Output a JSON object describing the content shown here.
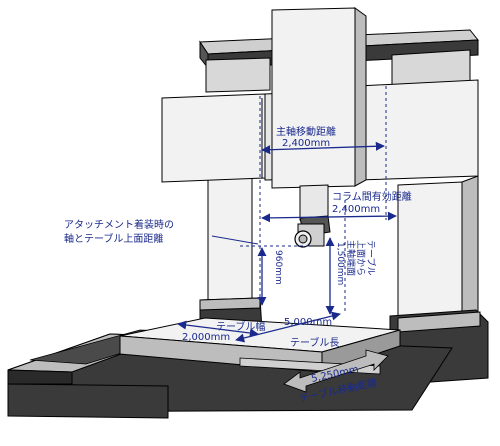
{
  "labels": {
    "spindle_travel": "主軸移動距離",
    "spindle_travel_value": "2,400mm",
    "column_distance": "コラム間有効距離",
    "column_distance_value": "2,400mm",
    "attachment_line1": "アタッチメント着装時の",
    "attachment_line2": "軸とテーブル上面距離",
    "attachment_value": "960mm",
    "spindle_to_table_line1": "テーブル",
    "spindle_to_table_line2": "上面から",
    "spindle_to_table_line3": "主軸端面",
    "spindle_to_table_value": "1,500mm",
    "table_width": "テーブル幅",
    "table_width_value": "2,000mm",
    "table_length_value": "5,000mm",
    "table_length": "テーブル長",
    "table_travel_value": "5,250mm",
    "table_travel": "テーブル移動距離"
  },
  "colors": {
    "arrow": "#1a2a8c",
    "text": "#1a2a8c",
    "light_surface": "#f2f2f2",
    "mid_surface": "#bdbdbd",
    "dark_surface": "#3a3a3a"
  }
}
